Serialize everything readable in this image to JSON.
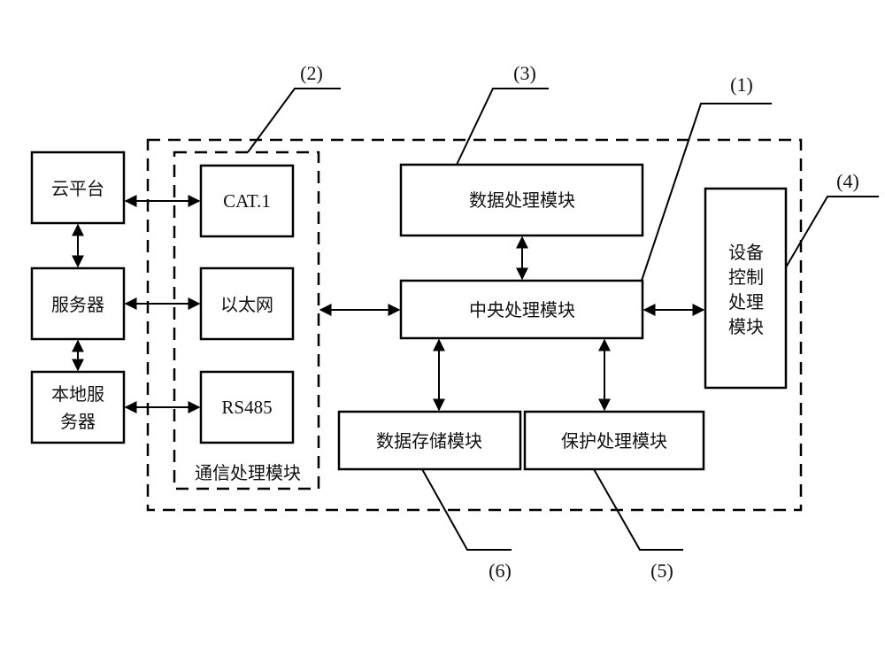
{
  "diagram": {
    "external": {
      "cloud": "云平台",
      "server": "服务器",
      "local_server_line1": "本地服",
      "local_server_line2": "务器"
    },
    "comm": {
      "group_label": "通信处理模块",
      "cat1": "CAT.1",
      "ethernet": "以太网",
      "rs485": "RS485"
    },
    "modules": {
      "data_processing": "数据处理模块",
      "central_processing": "中央处理模块",
      "device_control_lines": [
        "设备",
        "控制",
        "处理",
        "模块"
      ],
      "data_storage": "数据存储模块",
      "protection_processing": "保护处理模块"
    },
    "callouts": {
      "c1": "(1)",
      "c2": "(2)",
      "c3": "(3)",
      "c4": "(4)",
      "c5": "(5)",
      "c6": "(6)"
    }
  }
}
